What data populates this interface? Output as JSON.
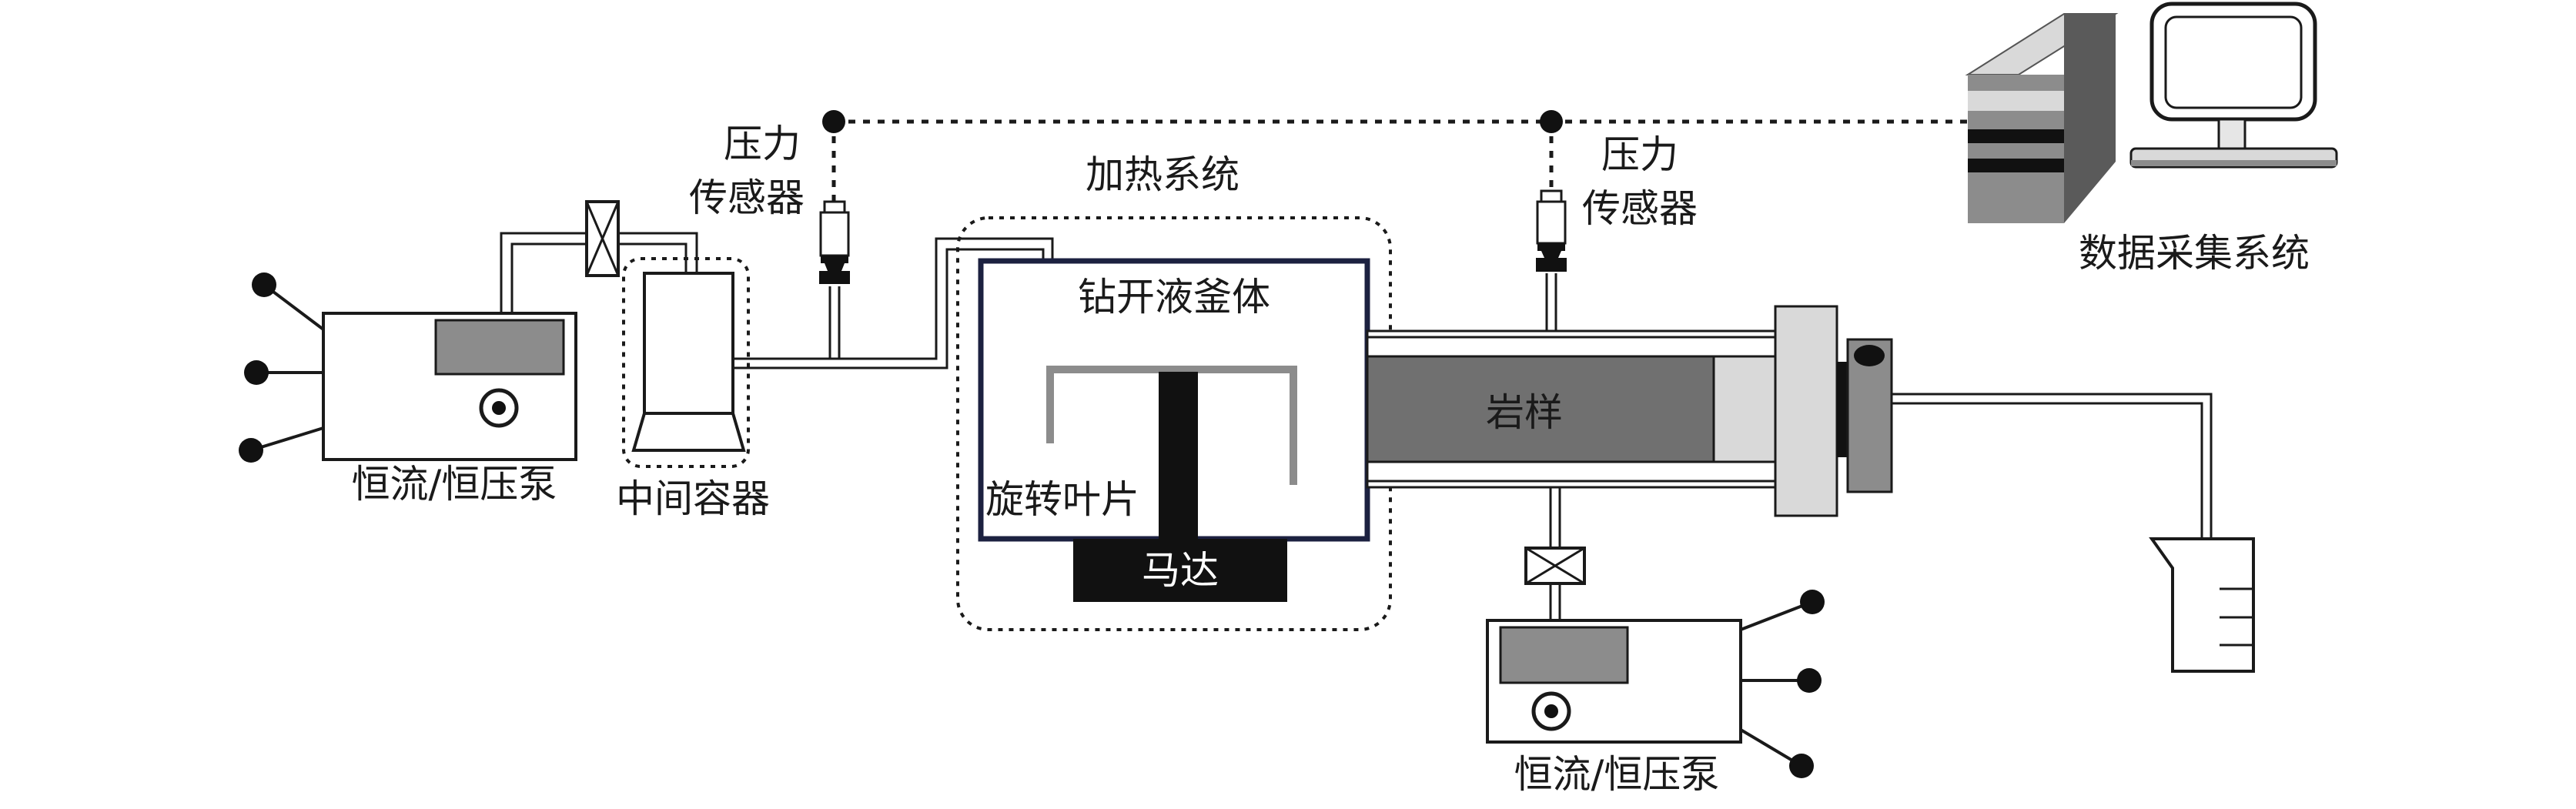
{
  "labels": {
    "pump_left": "恒流/恒压泵",
    "intermediate_container": "中间容器",
    "pressure_sensor_left_line1": "压力",
    "pressure_sensor_left_line2": "传感器",
    "heating_system": "加热系统",
    "drilling_fluid_vessel": "钻开液釜体",
    "rotating_blade": "旋转叶片",
    "motor": "马达",
    "pressure_sensor_right_line1": "压力",
    "pressure_sensor_right_line2": "传感器",
    "rock_sample": "岩样",
    "data_acquisition": "数据采集系统",
    "pump_right": "恒流/恒压泵"
  },
  "colors": {
    "line": "#1a1a1a",
    "vessel_border": "#1c2140",
    "gray_dark": "#707070",
    "gray_mid": "#8c8c8c",
    "gray_light": "#d9d9d9",
    "black": "#111111"
  }
}
